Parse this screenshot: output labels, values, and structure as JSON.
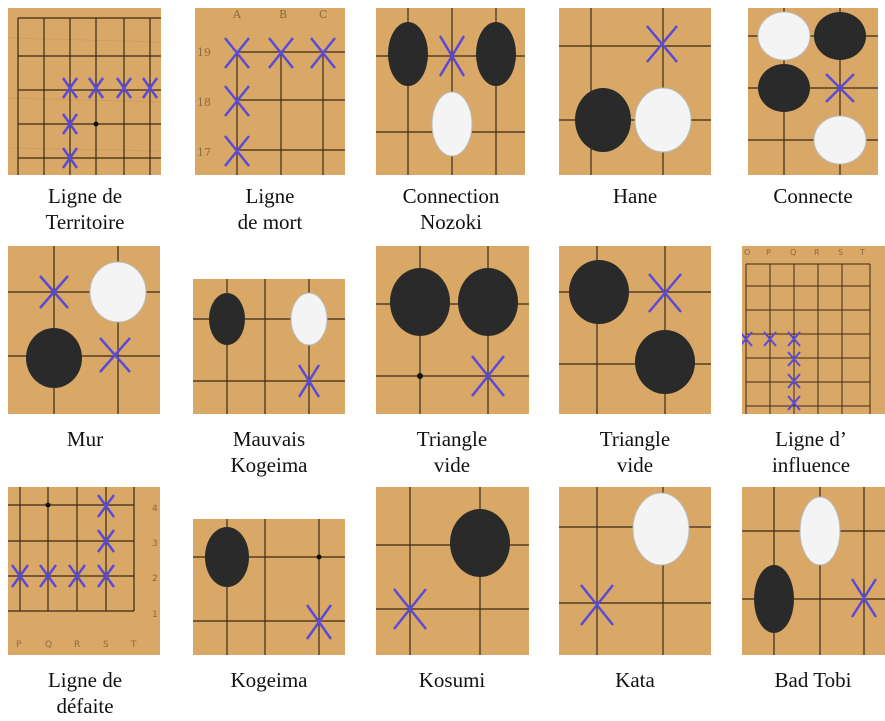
{
  "colors": {
    "board": "#d9a866",
    "board_grain": "#c99455",
    "grid": "#3a2a1a",
    "mark": "#5a4ad8",
    "black_stone": "#2a2a2a",
    "white_stone": "#f4f4f4"
  },
  "diagrams": [
    {
      "id": "ligne-de-territoire",
      "caption": [
        "Ligne de",
        "Territoire"
      ]
    },
    {
      "id": "ligne-de-mort",
      "caption": [
        "Ligne",
        "de mort"
      ],
      "col_labels": [
        "A",
        "B",
        "C"
      ],
      "row_labels": [
        "19",
        "18",
        "17"
      ]
    },
    {
      "id": "connection-nozoki",
      "caption": [
        "Connection",
        "Nozoki"
      ]
    },
    {
      "id": "hane",
      "caption": [
        "Hane"
      ]
    },
    {
      "id": "connecte",
      "caption": [
        "Connecte"
      ]
    },
    {
      "id": "mur",
      "caption": [
        "Mur"
      ]
    },
    {
      "id": "mauvais-kogeima",
      "caption": [
        "Mauvais",
        "Kogeima"
      ]
    },
    {
      "id": "triangle-vide-1",
      "caption": [
        "Triangle",
        "vide"
      ]
    },
    {
      "id": "triangle-vide-2",
      "caption": [
        "Triangle",
        "vide"
      ]
    },
    {
      "id": "ligne-d-influence",
      "caption": [
        "Ligne d’",
        "influence"
      ],
      "col_labels": [
        "O",
        "P",
        "Q",
        "R",
        "S",
        "T"
      ]
    },
    {
      "id": "ligne-de-defaite",
      "caption": [
        "Ligne de",
        "défaite"
      ],
      "col_labels": [
        "P",
        "Q",
        "R",
        "S",
        "T"
      ],
      "row_labels": [
        "4",
        "3",
        "2",
        "1"
      ]
    },
    {
      "id": "kogeima",
      "caption": [
        "Kogeima"
      ]
    },
    {
      "id": "kosumi",
      "caption": [
        "Kosumi"
      ]
    },
    {
      "id": "kata",
      "caption": [
        "Kata"
      ]
    },
    {
      "id": "bad-tobi",
      "caption": [
        "Bad Tobi"
      ]
    }
  ]
}
